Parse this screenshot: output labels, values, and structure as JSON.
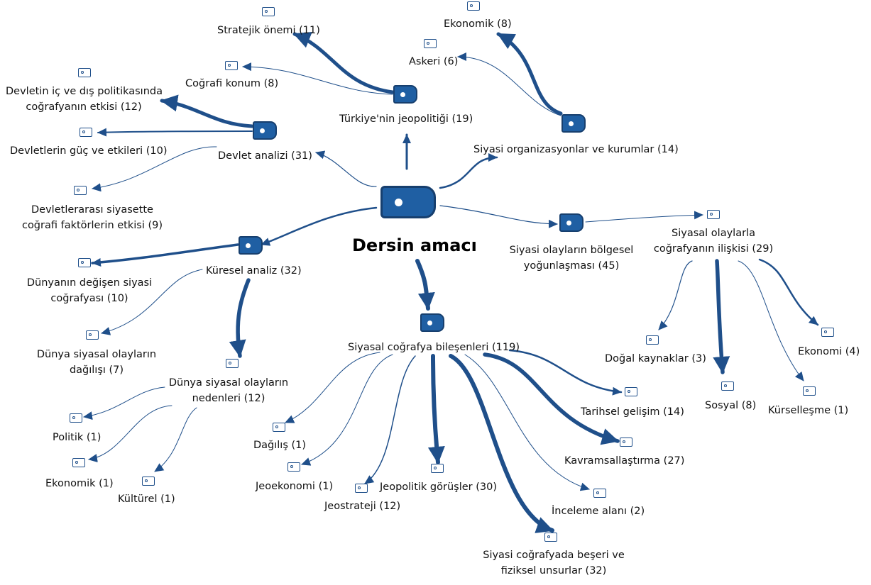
{
  "root": {
    "label": "Dersin amacı",
    "icon": "root-code-icon"
  },
  "branches": {
    "turkiye": {
      "label": "Türkiye'nin jeopolitiği (19)",
      "children": {
        "stratejik": "Stratejik önemi (11)",
        "cografi_konum": "Coğrafi konum (8)"
      }
    },
    "organizasyon": {
      "label": "Siyasi organizasyonlar ve kurumlar (14)",
      "children": {
        "ekonomik": "Ekonomik (8)",
        "askeri": "Askeri (6)"
      }
    },
    "devlet": {
      "label": "Devlet analizi (31)",
      "children": {
        "ic_dis_1": "Devletin iç ve dış politikasında",
        "ic_dis_2": "coğrafyanın etkisi (12)",
        "guc": "Devletlerin güç ve etkileri (10)",
        "devletlerarasi_1": "Devletlerarası siyasette",
        "devletlerarasi_2": "coğrafi faktörlerin etkisi (9)"
      }
    },
    "bolgesel": {
      "label_1": "Siyasi olayların bölgesel",
      "label_2": "yoğunlaşması (45)"
    },
    "siyasal_iliski": {
      "label_1": "Siyasal olaylarla",
      "label_2": "coğrafyanın ilişkisi (29)",
      "children": {
        "dogal": "Doğal kaynaklar (3)",
        "sosyal": "Sosyal (8)",
        "kurselleşme": "Kürselleşme (1)",
        "ekonomi": "Ekonomi (4)"
      }
    },
    "kuresel": {
      "label": "Küresel analiz (32)",
      "children": {
        "degisen_1": "Dünyanın değişen siyasi",
        "degisen_2": "coğrafyası (10)",
        "dagilisi_1": "Dünya siyasal olayların",
        "dagilisi_2": "dağılışı (7)",
        "nedenleri_1": "Dünya siyasal olayların",
        "nedenleri_2": "nedenleri (12)",
        "politik": "Politik (1)",
        "ekonomik": "Ekonomik (1)",
        "kulturel": "Kültürel (1)"
      }
    },
    "bilesenler": {
      "label": "Siyasal coğrafya bileşenleri (119)",
      "children": {
        "dagilis": "Dağılış (1)",
        "jeoekonomi": "Jeoekonomi (1)",
        "jeostrateji": "Jeostrateji (12)",
        "jeopolitik": "Jeopolitik görüşler (30)",
        "beseri_1": "Siyasi coğrafyada beşeri ve",
        "beseri_2": "fiziksel unsurlar (32)",
        "inceleme": "İnceleme alanı (2)",
        "kavramsal": "Kavramsallaştırma (27)",
        "tarihsel": "Tarihsel gelişim (14)"
      }
    }
  },
  "colors": {
    "edge": "#1f4f8a",
    "node_fill": "#1f5fa3",
    "node_stroke": "#173f6e"
  }
}
